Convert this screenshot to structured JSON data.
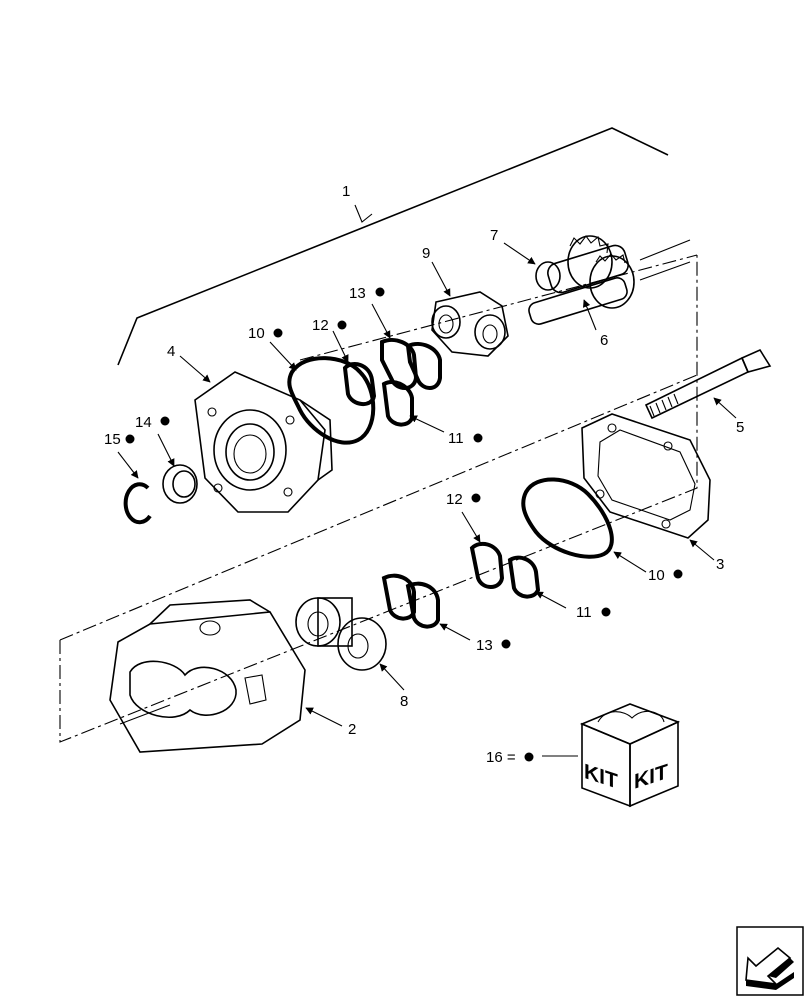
{
  "callouts": {
    "c1": "1",
    "c2": "2",
    "c3": "3",
    "c4": "4",
    "c5": "5",
    "c6": "6",
    "c7": "7",
    "c8": "8",
    "c9": "9",
    "c10a": "10",
    "c10b": "10",
    "c11a": "11",
    "c11b": "11",
    "c12a": "12",
    "c12b": "12",
    "c13a": "13",
    "c13b": "13",
    "c14": "14",
    "c15": "15",
    "c16": "16 ="
  },
  "kit": {
    "label_left": "KIT",
    "label_right": "KIT"
  },
  "icons": {
    "kit_marker": "filled-dot-icon",
    "nav": "next-page-arrow-icon"
  }
}
